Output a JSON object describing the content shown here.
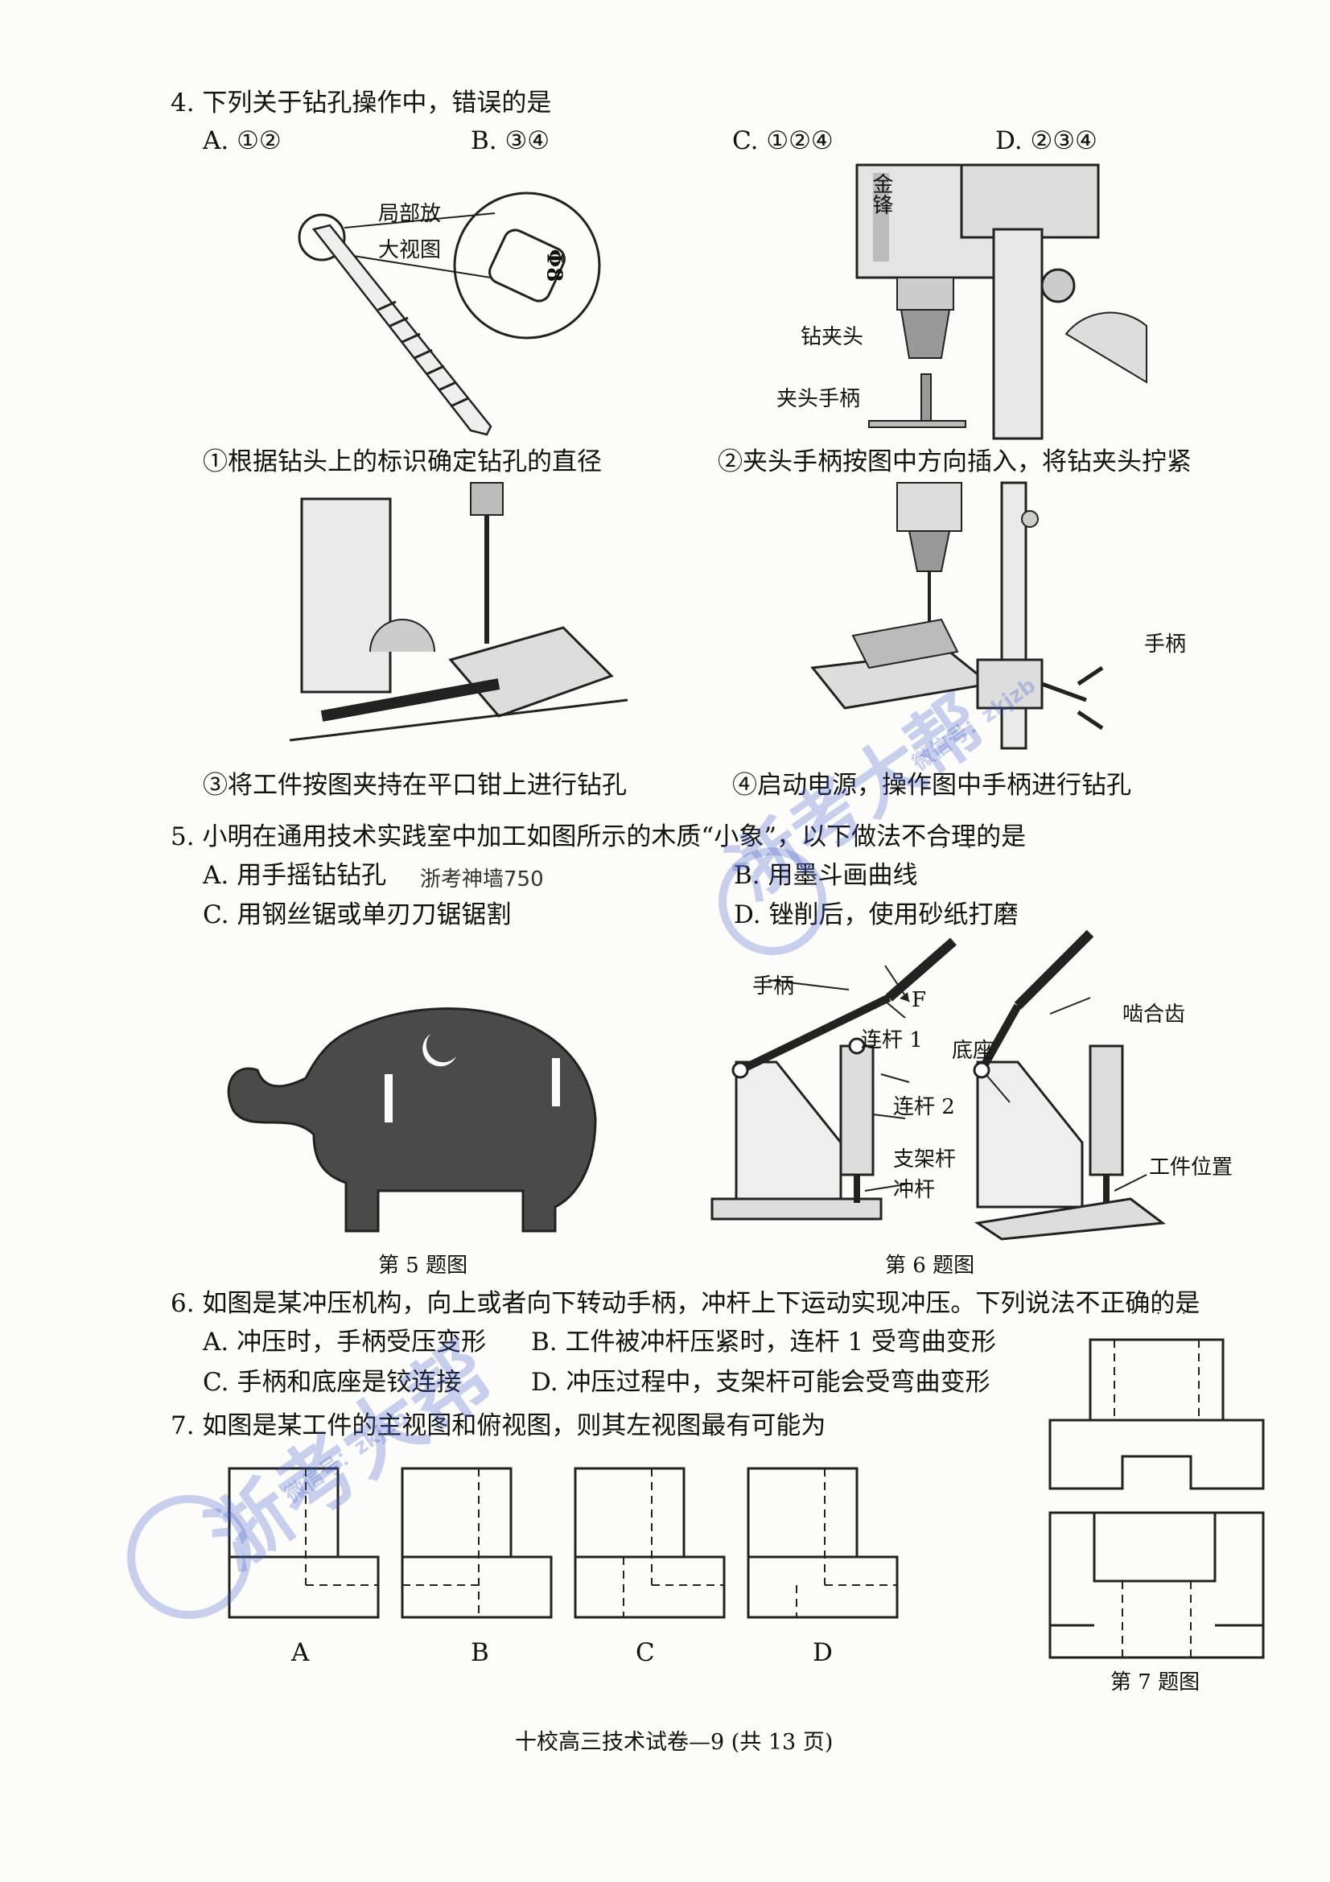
{
  "q4": {
    "stem": "4. 下列关于钻孔操作中，错误的是",
    "options": [
      "A. ①②",
      "B. ③④",
      "C. ①②④",
      "D. ②③④"
    ],
    "labels": {
      "zoom": [
        "局部放",
        "大视图"
      ],
      "bit_mark": "Φ8",
      "chuck": "钻夹头",
      "chuck_handle": "夹头手柄",
      "handle": "手柄",
      "brand": "金锋"
    },
    "captions": [
      "①根据钻头上的标识确定钻孔的直径",
      "②夹头手柄按图中方向插入，将钻夹头拧紧",
      "③将工件按图夹持在平口钳上进行钻孔",
      "④启动电源，操作图中手柄进行钻孔"
    ]
  },
  "q5": {
    "stem": "5. 小明在通用技术实践室中加工如图所示的木质“小象”，以下做法不合理的是",
    "options": [
      "A. 用手摇钻钻孔",
      "B. 用墨斗画曲线",
      "C. 用钢丝锯或单刃刀锯锯割",
      "D. 锉削后，使用砂纸打磨"
    ],
    "overlay_text": "浙考神墙750",
    "fig_caption": "第 5 题图"
  },
  "q6fig": {
    "labels": {
      "handle": "手柄",
      "force": "F",
      "link1": "连杆 1",
      "link2": "连杆 2",
      "support": "支架杆",
      "punch": "冲杆",
      "base": "底座",
      "mesh": "啮合齿",
      "work": "工件位置"
    },
    "fig_caption": "第 6 题图"
  },
  "q6": {
    "stem": "6. 如图是某冲压机构，向上或者向下转动手柄，冲杆上下运动实现冲压。下列说法不正确的是",
    "options": [
      "A. 冲压时，手柄受压变形",
      "B. 工件被冲杆压紧时，连杆 1 受弯曲变形",
      "C. 手柄和底座是铰连接",
      "D. 冲压过程中，支架杆可能会受弯曲变形"
    ]
  },
  "q7": {
    "stem": "7. 如图是某工件的主视图和俯视图，则其左视图最有可能为",
    "choice_letters": [
      "A",
      "B",
      "C",
      "D"
    ],
    "fig_caption": "第 7 题图"
  },
  "footer": "十校高三技术试卷—9 (共 13 页)",
  "watermark": {
    "text": "浙考大帮",
    "sub": "微信号：zkjzb"
  }
}
